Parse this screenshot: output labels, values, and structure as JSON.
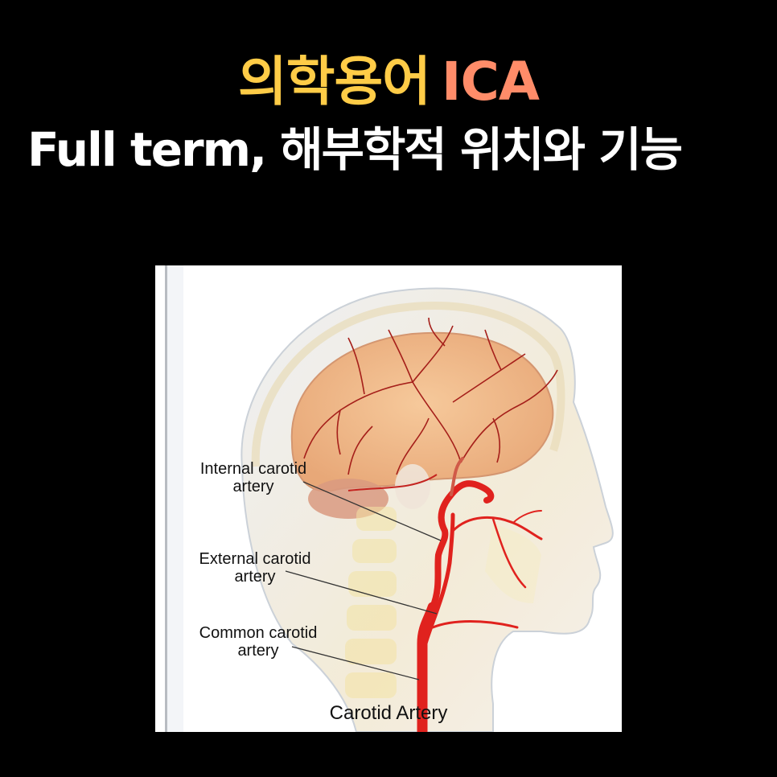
{
  "header": {
    "title_keyword": "의학용어",
    "title_abbreviation": "ICA",
    "subtitle": "Full term, 해부학적 위치와 기능"
  },
  "colors": {
    "background": "#000000",
    "keyword": "#FFCC47",
    "abbreviation": "#FF8C69",
    "subtitle": "#FFFFFF",
    "artery": "#E0221E"
  },
  "figure": {
    "description": "carotid-artery-head-illustration",
    "labels": [
      {
        "line1": "Internal carotid",
        "line2": "artery"
      },
      {
        "line1": "External carotid",
        "line2": "artery"
      },
      {
        "line1": "Common carotid",
        "line2": "artery"
      }
    ],
    "caption": "Carotid Artery"
  }
}
